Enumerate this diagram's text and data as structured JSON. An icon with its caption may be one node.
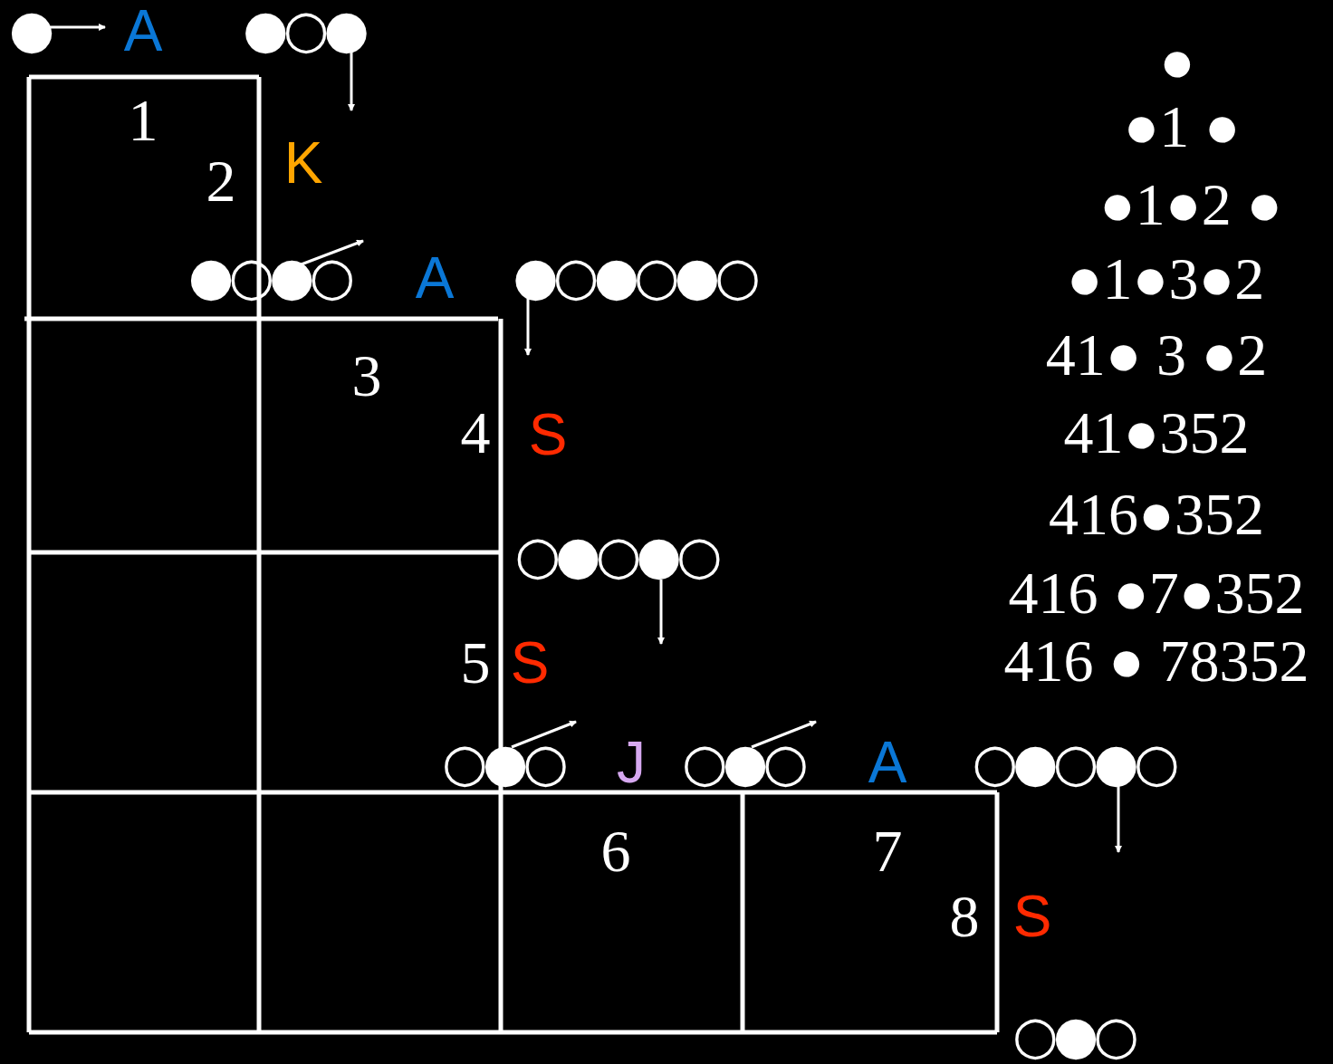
{
  "diagram": {
    "labels": [
      "●",
      "A",
      "●○●",
      "1",
      "2",
      "K",
      "●○●○",
      "A",
      "●○●○●○",
      "3",
      "4",
      "S",
      "○●○●○",
      "5",
      "S",
      "○●○",
      "J",
      "○●○",
      "A",
      "○●○●○",
      "6",
      "7",
      "8",
      "S",
      "○●○",
      "●",
      "●1 ●",
      "●1●2 ●",
      "●1●3●2",
      "41● 3 ●2",
      "41●352",
      "416●352",
      "416 ●7●352",
      "416 ● 78352"
    ]
  }
}
